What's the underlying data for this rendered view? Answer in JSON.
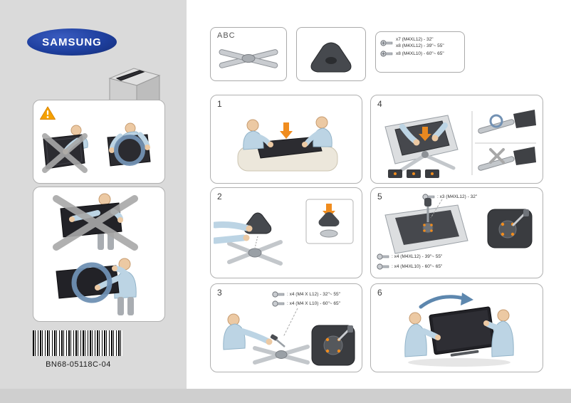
{
  "page": {
    "brand": "SAMSUNG",
    "doc_code": "BN68-05118C-04"
  },
  "parts_row": {
    "abc_label": "ABC",
    "screws": {
      "line1": "x7 (M4XL12) - 32\"",
      "line2": "x8 (M4XL12) - 39\"~ 55\"",
      "line3": "x8 (M4XL10) - 60\"~ 65\""
    }
  },
  "steps": {
    "s1": {
      "num": "1"
    },
    "s2": {
      "num": "2"
    },
    "s3": {
      "num": "3",
      "spec1": ": x4 (M4 X L12) - 32\"~ 55\"",
      "spec2": ": x4 (M4 X L10) - 60\"~ 65\""
    },
    "s4": {
      "num": "4"
    },
    "s5": {
      "num": "5",
      "spec_top": ": x3 (M4XL12) - 32\"",
      "spec1": ": x4 (M4XL12) - 39\"~ 55\"",
      "spec2": ": x4 (M4XL10) - 60\"~ 65\""
    },
    "s6": {
      "num": "6"
    }
  },
  "colors": {
    "samsung_blue": "#1e3f9e",
    "accent_orange": "#f08c1e",
    "ok_blue": "#7291b3",
    "x_gray": "#a8a8a8"
  }
}
